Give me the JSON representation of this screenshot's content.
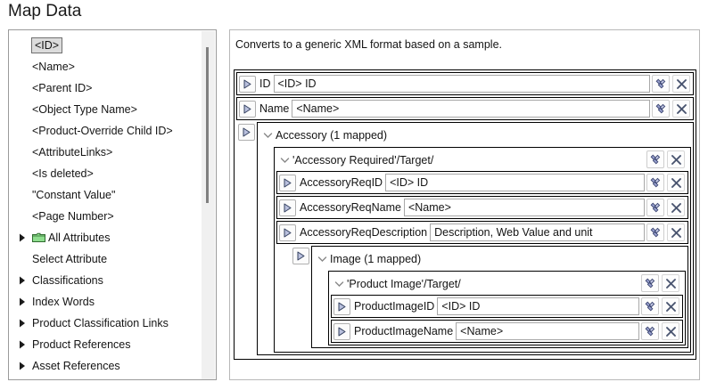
{
  "page": {
    "title": "Map Data"
  },
  "left_tree": {
    "scrollbar": "vertical-scrollbar",
    "items": [
      {
        "label": "<ID>",
        "arrow": false,
        "folder": false,
        "selected": true
      },
      {
        "label": "<Name>",
        "arrow": false,
        "folder": false,
        "selected": false
      },
      {
        "label": "<Parent ID>",
        "arrow": false,
        "folder": false,
        "selected": false
      },
      {
        "label": "<Object Type Name>",
        "arrow": false,
        "folder": false,
        "selected": false
      },
      {
        "label": "<Product-Override Child ID>",
        "arrow": false,
        "folder": false,
        "selected": false
      },
      {
        "label": "<AttributeLinks>",
        "arrow": false,
        "folder": false,
        "selected": false
      },
      {
        "label": "<Is deleted>",
        "arrow": false,
        "folder": false,
        "selected": false
      },
      {
        "label": "\"Constant Value\"",
        "arrow": false,
        "folder": false,
        "selected": false
      },
      {
        "label": "<Page Number>",
        "arrow": false,
        "folder": false,
        "selected": false
      },
      {
        "label": "All Attributes",
        "arrow": true,
        "folder": true,
        "selected": false
      },
      {
        "label": "Select Attribute",
        "arrow": false,
        "folder": false,
        "selected": false
      },
      {
        "label": "Classifications",
        "arrow": true,
        "folder": false,
        "selected": false
      },
      {
        "label": "Index Words",
        "arrow": true,
        "folder": false,
        "selected": false
      },
      {
        "label": "Product Classification Links",
        "arrow": true,
        "folder": false,
        "selected": false
      },
      {
        "label": "Product References",
        "arrow": true,
        "folder": false,
        "selected": false
      },
      {
        "label": "Asset References",
        "arrow": true,
        "folder": false,
        "selected": false
      }
    ]
  },
  "right_panel": {
    "description": "Converts to a generic XML format based on a sample.",
    "rows": {
      "id": {
        "key": "ID",
        "value": "<ID> ID"
      },
      "name": {
        "key": "Name",
        "value": "<Name>"
      }
    },
    "accessory_group": {
      "title": "Accessory (1 mapped)",
      "target_title": "'Accessory Required'/Target/",
      "fields": [
        {
          "key": "AccessoryReqID",
          "value": "<ID> ID"
        },
        {
          "key": "AccessoryReqName",
          "value": "<Name>"
        },
        {
          "key": "AccessoryReqDescription",
          "value": "Description, Web Value and unit"
        }
      ],
      "image_group": {
        "title": "Image (1 mapped)",
        "target_title": "'Product Image'/Target/",
        "fields": [
          {
            "key": "ProductImageID",
            "value": "<ID> ID"
          },
          {
            "key": "ProductImageName",
            "value": "<Name>"
          }
        ]
      }
    },
    "icons": {
      "expander": "expand-arrow-icon",
      "link": "link-chain-icon",
      "remove": "remove-x-icon",
      "collapse": "chevron-down-icon"
    }
  },
  "colors": {
    "selection_fill": "#dcdcdc",
    "folder_green": "#7ed07e",
    "link_blue": "#8f96c8",
    "border_black": "#000000",
    "text": "#141414"
  }
}
